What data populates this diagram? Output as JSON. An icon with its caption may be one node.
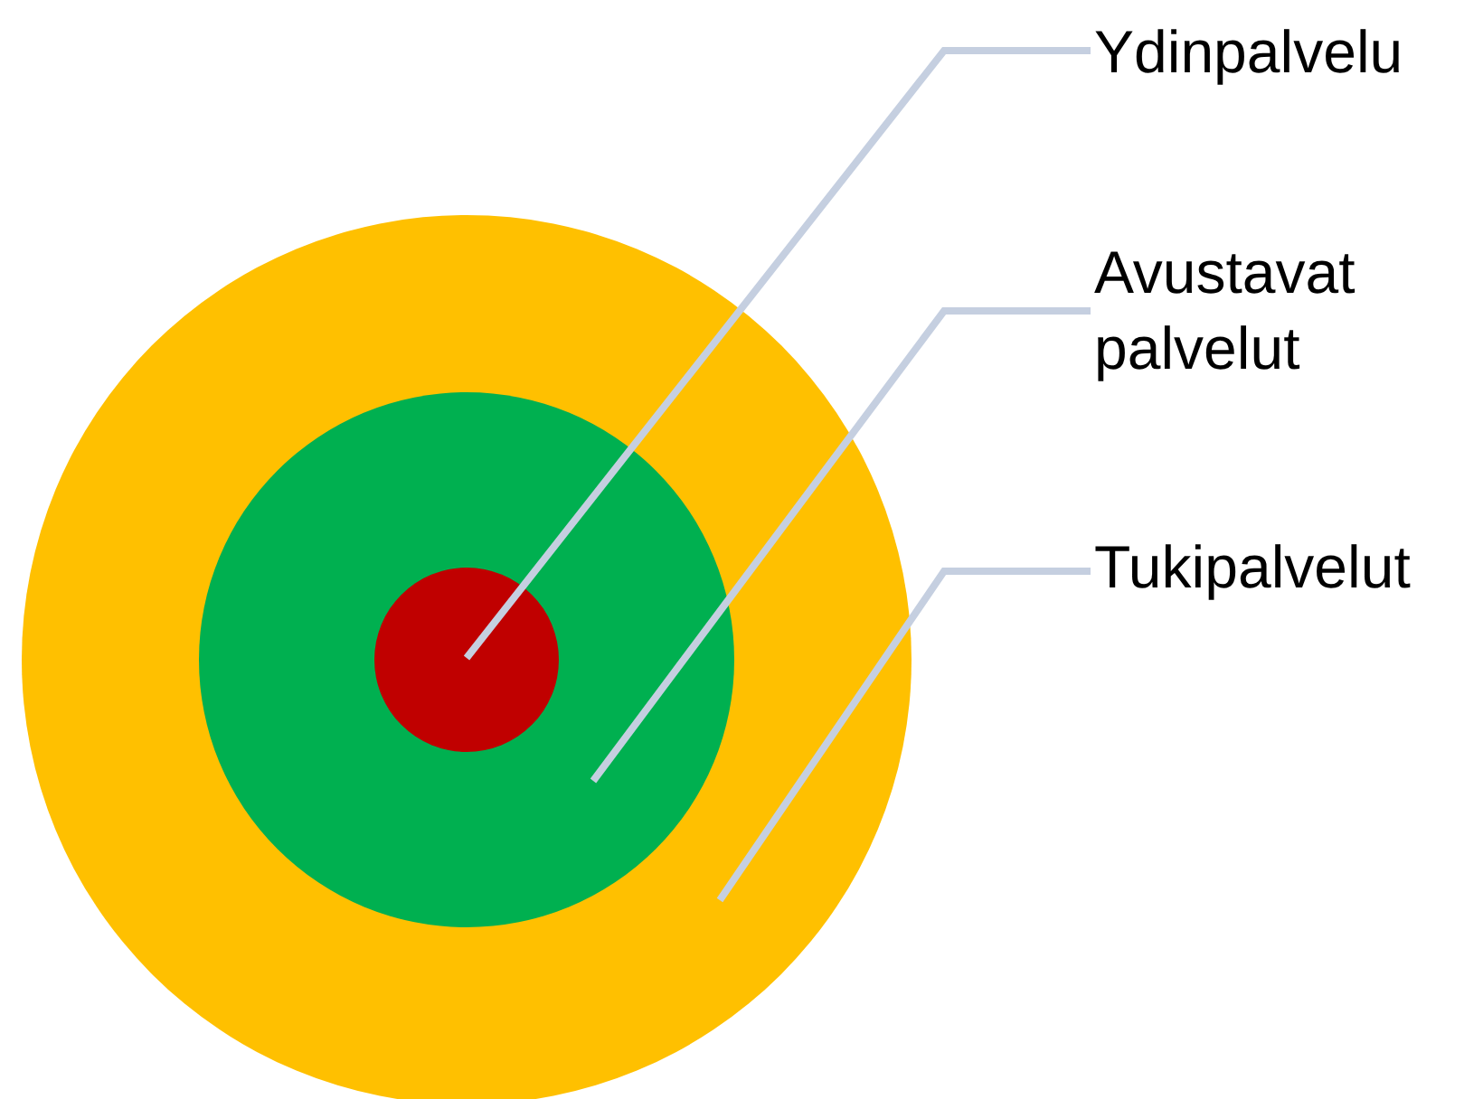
{
  "diagram": {
    "nodes": [
      {
        "text": [],
        "shape": "circle"
      },
      {
        "text": [],
        "shape": "circle",
        "in": 0
      },
      {
        "text": [],
        "shape": "circle",
        "in": 1
      },
      {
        "text": [
          "Ydinpalvelu"
        ]
      },
      {
        "text": [
          "Avustavat palvelut"
        ]
      },
      {
        "text": [
          "Tukipalvelut"
        ]
      }
    ],
    "edges": [
      {
        "from": 3,
        "to": 2,
        "arrow": "none"
      },
      {
        "from": 4,
        "to": 1,
        "arrow": "none"
      },
      {
        "from": 5,
        "to": 0,
        "arrow": "none"
      }
    ]
  }
}
